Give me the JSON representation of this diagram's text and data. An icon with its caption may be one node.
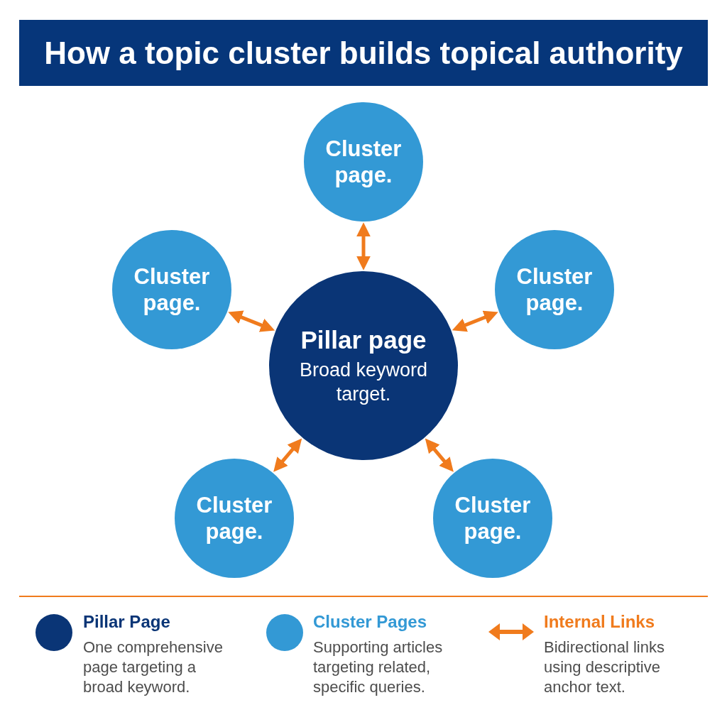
{
  "diagram": {
    "title": "How a topic cluster builds topical authority",
    "nodes": [
      {
        "text": [
          "Cluster page."
        ]
      },
      {
        "text": [
          "Cluster page."
        ]
      },
      {
        "text": [
          "Cluster page."
        ]
      },
      {
        "text": [
          "Pillar page",
          "Broad keyword target."
        ]
      },
      {
        "text": [
          "Cluster page."
        ]
      },
      {
        "text": [
          "Cluster page."
        ]
      }
    ],
    "edges": [
      {
        "from": 0,
        "to": 3,
        "arrow": "both"
      },
      {
        "from": 1,
        "to": 3,
        "arrow": "both"
      },
      {
        "from": 2,
        "to": 3,
        "arrow": "both"
      },
      {
        "from": 4,
        "to": 3,
        "arrow": "both"
      },
      {
        "from": 5,
        "to": 3,
        "arrow": "both"
      }
    ],
    "labels": [
      "One comprehensive page targeting a broad keyword.",
      "Supporting articles targeting related, specific queries.",
      "Bidirectional links using descriptive anchor text."
    ],
    "legend": [
      {
        "text": "Pillar Page",
        "color": "#0a3576"
      },
      {
        "text": "Cluster Pages",
        "color": "#3399d5"
      },
      {
        "text": "Internal Links"
      }
    ]
  }
}
